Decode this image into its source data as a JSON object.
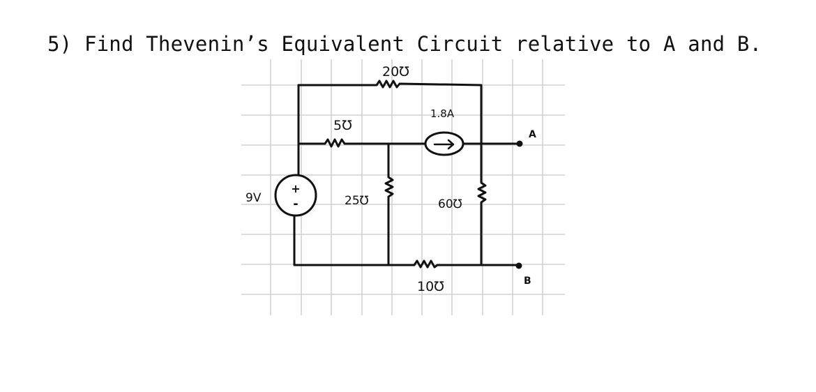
{
  "question": "5) Find Thevenin’s Equivalent Circuit relative to A and B.",
  "circuit": {
    "r_top_label": "20℧",
    "r_left_label": "5℧",
    "current_source_label": "1.8A",
    "voltage_source_label": "9V",
    "r_middle_label": "25℧",
    "r_right_label": "60℧",
    "r_bottom_label": "10℧",
    "terminal_a_label": "A",
    "terminal_b_label": "B",
    "plus_sign": "+",
    "minus_sign": "-"
  }
}
